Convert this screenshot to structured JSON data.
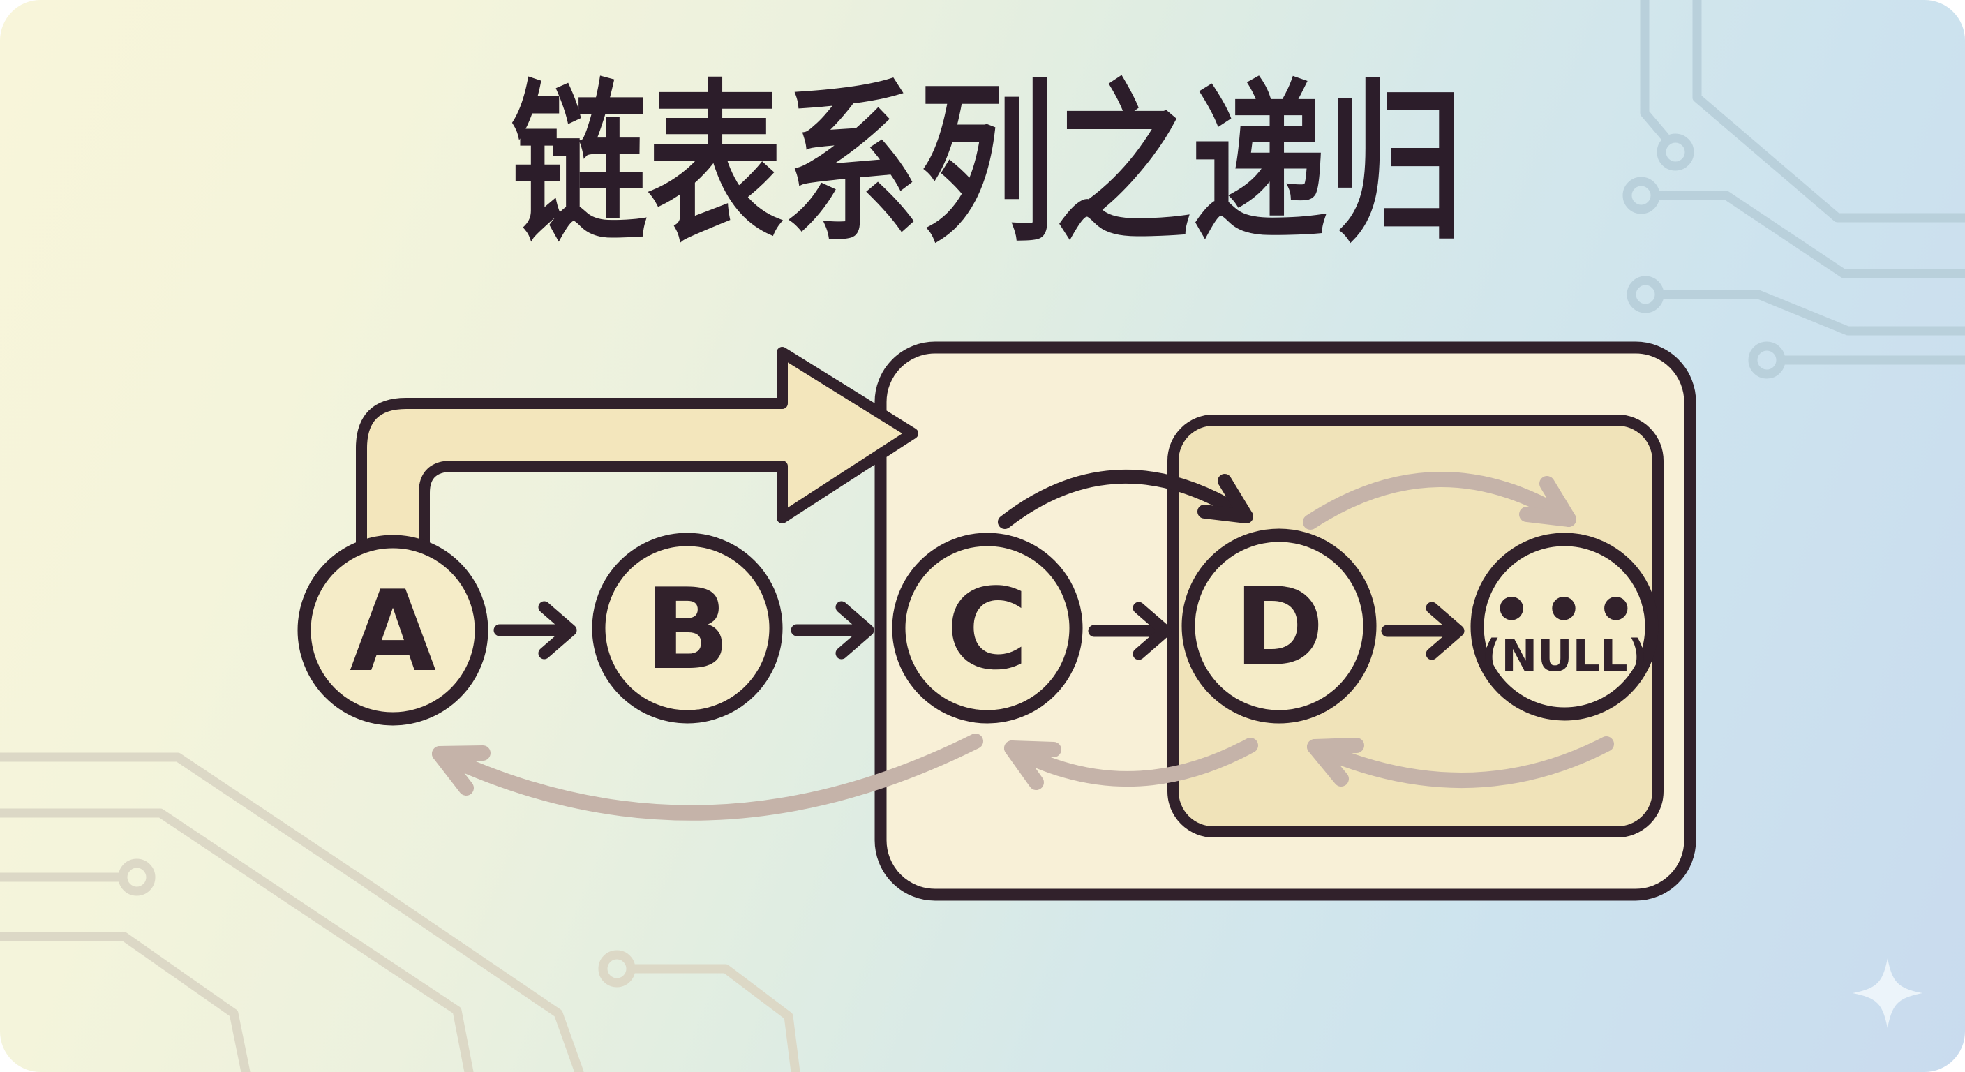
{
  "title": "链表系列之递归",
  "diagram": {
    "description": "linked-list-recursion-diagram",
    "nodes": [
      {
        "id": "A",
        "label": "A"
      },
      {
        "id": "B",
        "label": "B"
      },
      {
        "id": "C",
        "label": "C"
      },
      {
        "id": "D",
        "label": "D"
      },
      {
        "id": "null",
        "label": "•••",
        "sublabel": "(NULL)"
      }
    ],
    "boxes": {
      "outer": "recursion-frame-outer",
      "inner": "recursion-frame-inner"
    },
    "arrows": {
      "next_pointer": "right-arrow",
      "recursive_call": "curved-arrow-forward",
      "recursive_return": "curved-arrow-back",
      "big_call_arrow": "elbow-arrow-into-recursion-frame"
    }
  },
  "icons": {
    "sparkle": "four-point-sparkle-icon",
    "circuit_top_right": "circuit-traces-decoration",
    "circuit_bottom_left": "circuit-traces-decoration"
  },
  "colors": {
    "ink": "#31212b",
    "title": "#2c1d2a",
    "node_fill": "#f5ecc8",
    "outer_box_fill": "#f8f0d7",
    "inner_box_fill": "#f0e3b9",
    "big_arrow_fill": "#f3e6bc",
    "return_arrow": "#c5b3a9",
    "bg_warm": "#f8f5da",
    "bg_cool": "#c9dbee",
    "circuit_cool": "#b9d0db",
    "circuit_warm": "#dcd8c6"
  }
}
